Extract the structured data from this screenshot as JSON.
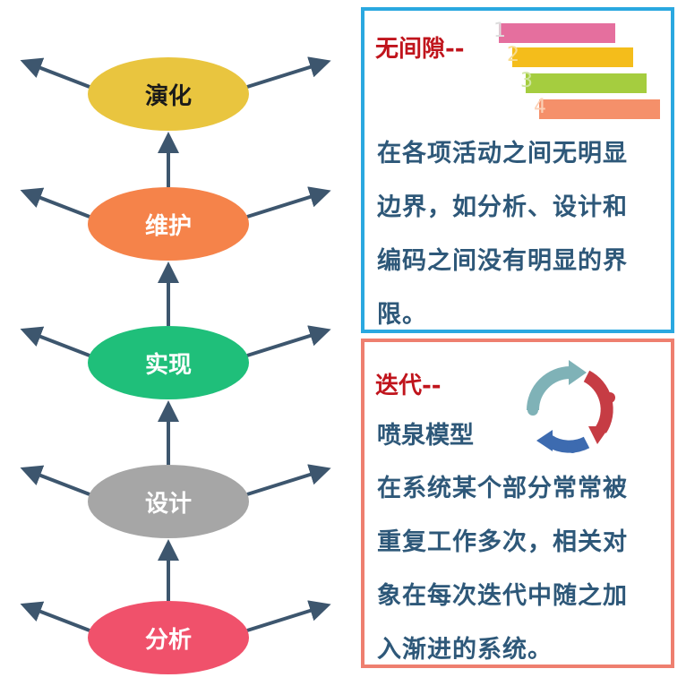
{
  "stages": [
    {
      "label": "演化",
      "color": "#e9c53f",
      "text_color": "#1a1a1a"
    },
    {
      "label": "维护",
      "color": "#f5834a",
      "text_color": "#ffffff"
    },
    {
      "label": "实现",
      "color": "#1fbf7a",
      "text_color": "#ffffff"
    },
    {
      "label": "设计",
      "color": "#a6a6a6",
      "text_color": "#ffffff"
    },
    {
      "label": "分析",
      "color": "#f0516b",
      "text_color": "#ffffff"
    }
  ],
  "no_gap": {
    "title": "无间隙--",
    "lines": [
      "在各项活动之间无明显",
      "边界，如分析、设计和",
      "编码之间没有明显的界",
      "限。"
    ],
    "steps": [
      "1",
      "2",
      "3",
      "4"
    ],
    "border": "#2aa8e0"
  },
  "iteration": {
    "title": "迭代--",
    "subtitle": "喷泉模型",
    "lines": [
      "在系统某个部分常常被",
      "重复工作多次，相关对",
      "象在每次迭代中随之加",
      "入渐进的系统。"
    ],
    "border": "#ee7f6f"
  }
}
